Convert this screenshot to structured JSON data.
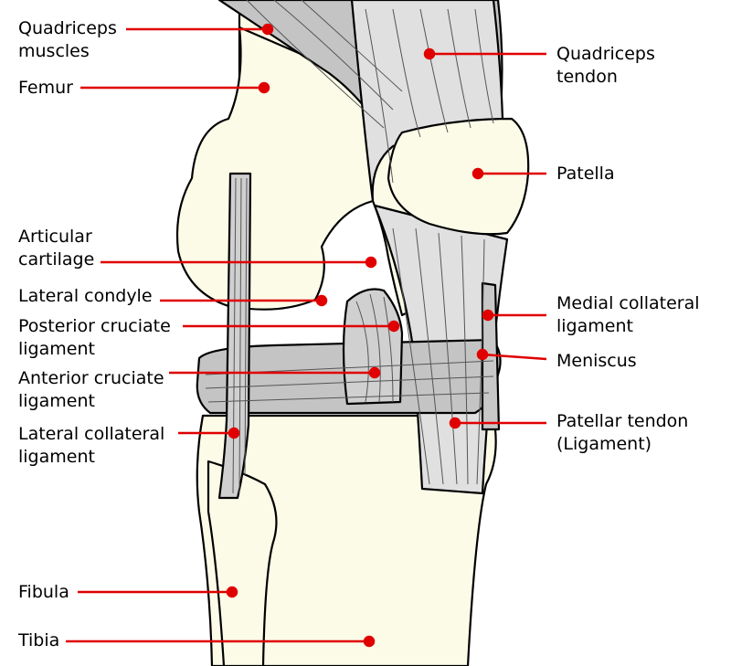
{
  "colors": {
    "bone": "#fbfbe8",
    "muscle": "#c4c4c4",
    "tendon": "#e0e0e0",
    "outline": "#000000",
    "leader": "#e00000"
  },
  "labels": {
    "quadriceps_muscles": "Quadriceps\nmuscles",
    "femur": "Femur",
    "articular_cartilage": "Articular\ncartilage",
    "lateral_condyle": "Lateral condyle",
    "posterior_cruciate": "Posterior cruciate\nligament",
    "anterior_cruciate": "Anterior cruciate\nligament",
    "lateral_collateral": "Lateral collateral\nligament",
    "fibula": "Fibula",
    "tibia": "Tibia",
    "quadriceps_tendon": "Quadriceps\ntendon",
    "patella": "Patella",
    "medial_collateral": "Medial collateral\nligament",
    "meniscus": "Meniscus",
    "patellar_tendon": "Patellar tendon\n(Ligament)"
  }
}
